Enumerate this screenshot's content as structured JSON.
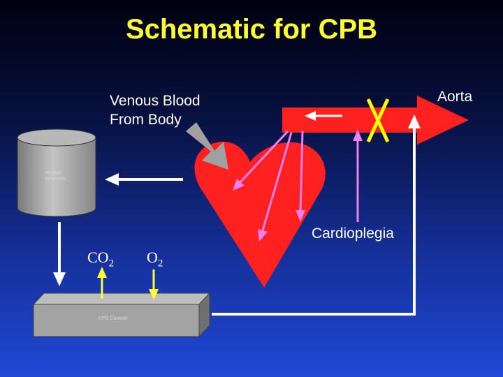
{
  "title": "Schematic for CPB",
  "labels": {
    "venous_line1": "Venous Blood",
    "venous_line2": "From Body",
    "aorta": "Aorta",
    "reservoir_line1": "Venous",
    "reservoir_line2": "Reservoir",
    "cardioplegia": "Cardioplegia",
    "co2_base": "CO",
    "co2_sub": "2",
    "o2_base": "O",
    "o2_sub": "2",
    "console": "CPB Console"
  },
  "colors": {
    "title": "#ffff33",
    "heart": "#ff2020",
    "clamp": "#ffff00",
    "cardioplegia_lines": "#f080f0",
    "flow_lines": "#ffffff",
    "gas_in": "#ffff33",
    "equipment": "#a0a0a0"
  }
}
